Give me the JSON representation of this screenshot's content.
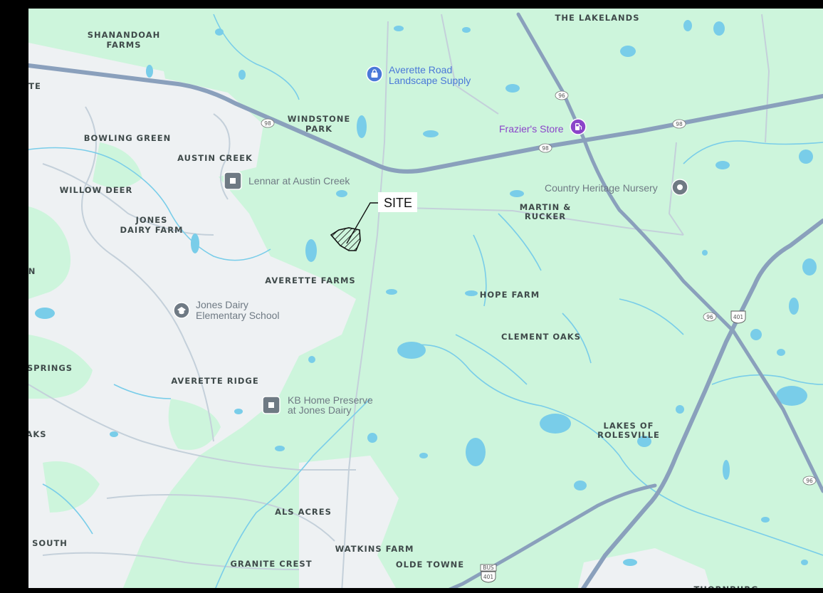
{
  "colors": {
    "frame": "#000000",
    "green": "#cdf5dc",
    "urban": "#eef1f3",
    "water": "#79cde9",
    "highway": "#8aa0bc",
    "road": "#c4d0da",
    "label": "#3f4a4a",
    "poi_blue": "#4a78d8",
    "poi_purple": "#8b45c9",
    "poi_gray": "#6f7a84"
  },
  "neighborhoods": [
    {
      "id": "the-lakelands",
      "lines": [
        "THE LAKELANDS"
      ]
    },
    {
      "id": "shanandoah-farms",
      "lines": [
        "SHANANDOAH",
        "FARMS"
      ]
    },
    {
      "id": "windstone-park",
      "lines": [
        "WINDSTONE",
        "PARK"
      ]
    },
    {
      "id": "bowling-green",
      "lines": [
        "BOWLING GREEN"
      ]
    },
    {
      "id": "austin-creek",
      "lines": [
        "AUSTIN CREEK"
      ]
    },
    {
      "id": "willow-deer",
      "lines": [
        "WILLOW DEER"
      ]
    },
    {
      "id": "jones-dairy-farm",
      "lines": [
        "JONES",
        "DAIRY FARM"
      ]
    },
    {
      "id": "martin-rucker",
      "lines": [
        "MARTIN &",
        "RUCKER"
      ]
    },
    {
      "id": "averette-farms",
      "lines": [
        "AVERETTE FARMS"
      ]
    },
    {
      "id": "hope-farm",
      "lines": [
        "HOPE FARM"
      ]
    },
    {
      "id": "clement-oaks",
      "lines": [
        "CLEMENT OAKS"
      ]
    },
    {
      "id": "springs",
      "lines": [
        "SPRINGS"
      ]
    },
    {
      "id": "averette-ridge",
      "lines": [
        "AVERETTE RIDGE"
      ]
    },
    {
      "id": "lakes-of-rolesville",
      "lines": [
        "LAKES OF",
        "ROLESVILLE"
      ]
    },
    {
      "id": "aks",
      "lines": [
        "AKS"
      ]
    },
    {
      "id": "als-acres",
      "lines": [
        "ALS ACRES"
      ]
    },
    {
      "id": "south",
      "lines": [
        "SOUTH"
      ]
    },
    {
      "id": "watkins-farm",
      "lines": [
        "WATKINS FARM"
      ]
    },
    {
      "id": "granite-crest",
      "lines": [
        "GRANITE CREST"
      ]
    },
    {
      "id": "olde-towne",
      "lines": [
        "OLDE TOWNE"
      ]
    },
    {
      "id": "te",
      "lines": [
        "TE"
      ]
    },
    {
      "id": "n",
      "lines": [
        "N"
      ]
    },
    {
      "id": "thornburg",
      "lines": [
        "THORNBURG"
      ]
    }
  ],
  "pois": [
    {
      "id": "averette-road-landscape-supply",
      "lines": [
        "Averette Road",
        "Landscape Supply"
      ],
      "icon": "shopping-bag-icon",
      "color": "#4a78d8"
    },
    {
      "id": "fraziers-store",
      "lines": [
        "Frazier's Store"
      ],
      "icon": "gas-station-icon",
      "color": "#8b45c9"
    },
    {
      "id": "lennar-at-austin-creek",
      "lines": [
        "Lennar at Austin Creek"
      ],
      "icon": "building-icon",
      "color": "#6f7a84"
    },
    {
      "id": "country-heritage-nursery",
      "lines": [
        "Country Heritage Nursery"
      ],
      "icon": "pin-icon",
      "color": "#6f7a84"
    },
    {
      "id": "jones-dairy-elementary-school",
      "lines": [
        "Jones Dairy",
        "Elementary School"
      ],
      "icon": "school-icon",
      "color": "#6f7a84"
    },
    {
      "id": "kb-home-preserve",
      "lines": [
        "KB Home Preserve",
        "at Jones Dairy"
      ],
      "icon": "building-icon",
      "color": "#6f7a84"
    }
  ],
  "shields": [
    {
      "id": "s98-a",
      "text": "98"
    },
    {
      "id": "s98-b",
      "text": "98"
    },
    {
      "id": "s98-c",
      "text": "98"
    },
    {
      "id": "s96-a",
      "text": "96"
    },
    {
      "id": "s96-b",
      "text": "96"
    },
    {
      "id": "s96-c",
      "text": "96"
    },
    {
      "id": "s401-a",
      "text": "401"
    },
    {
      "id": "s401-bus",
      "text": "401",
      "top": "BUS"
    }
  ],
  "site": {
    "label": "SITE"
  }
}
